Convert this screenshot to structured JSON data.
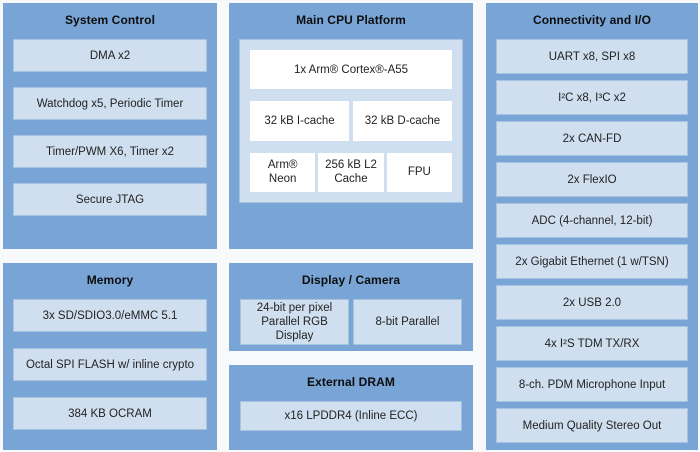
{
  "colors": {
    "panel_blue": "#78a4d6",
    "block_light_blue": "#cfdfef",
    "block_border": "#a6c3e0",
    "cpu_block_white": "#ffffff",
    "title_text": "#0d0d0d",
    "body_text": "#222222",
    "background": "#f7f9fa"
  },
  "panels": {
    "system_control": {
      "title": "System Control",
      "items": [
        "DMA x2",
        "Watchdog x5, Periodic Timer",
        "Timer/PWM X6, Timer x2",
        "Secure JTAG"
      ]
    },
    "main_cpu": {
      "title": "Main CPU Platform",
      "core": "1x Arm® Cortex®-A55",
      "row2": [
        "32 kB I-cache",
        "32 kB D-cache"
      ],
      "row3": [
        "Arm® Neon",
        "256 kB L2 Cache",
        "FPU"
      ]
    },
    "connectivity": {
      "title": "Connectivity and I/O",
      "items": [
        "UART x8, SPI x8",
        "I²C x8, I³C x2",
        "2x CAN-FD",
        "2x FlexIO",
        "ADC (4-channel, 12-bit)",
        "2x Gigabit Ethernet (1 w/TSN)",
        "2x USB 2.0",
        "4x I²S TDM TX/RX",
        "8-ch. PDM Microphone Input",
        "Medium Quality Stereo Out"
      ]
    },
    "memory": {
      "title": "Memory",
      "items": [
        "3x SD/SDIO3.0/eMMC 5.1",
        "Octal SPI FLASH w/ inline crypto",
        "384 KB OCRAM"
      ]
    },
    "display_camera": {
      "title": "Display / Camera",
      "items": [
        "24-bit per pixel Parallel RGB Display",
        "8-bit Parallel"
      ]
    },
    "external_dram": {
      "title": "External DRAM",
      "items": [
        "x16 LPDDR4 (Inline ECC)"
      ]
    }
  }
}
